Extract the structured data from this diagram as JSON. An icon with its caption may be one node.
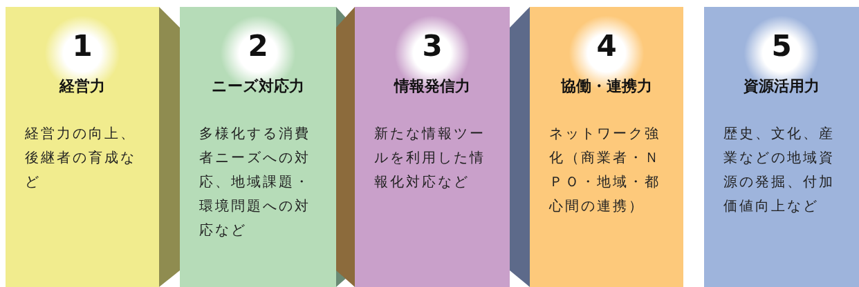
{
  "diagram": {
    "nodes": [
      {
        "text": [
          "1",
          "経営力",
          "経営力の向上、後継者の育成など"
        ]
      },
      {
        "text": [
          "2",
          "ニーズ対応力",
          "多様化する消費者ニーズへの対応、地域課題・環境問題への対応など"
        ]
      },
      {
        "text": [
          "3",
          "情報発信力",
          "新たな情報ツールを利用した情報化対応など"
        ]
      },
      {
        "text": [
          "4",
          "協働・連携力",
          "ネットワーク強化（商業者・ＮＰＯ・地域・都心間の連携）"
        ]
      },
      {
        "text": [
          "5",
          "資源活用力",
          "歴史、文化、産業などの地域資源の発掘、付加価値向上など"
        ]
      }
    ]
  }
}
